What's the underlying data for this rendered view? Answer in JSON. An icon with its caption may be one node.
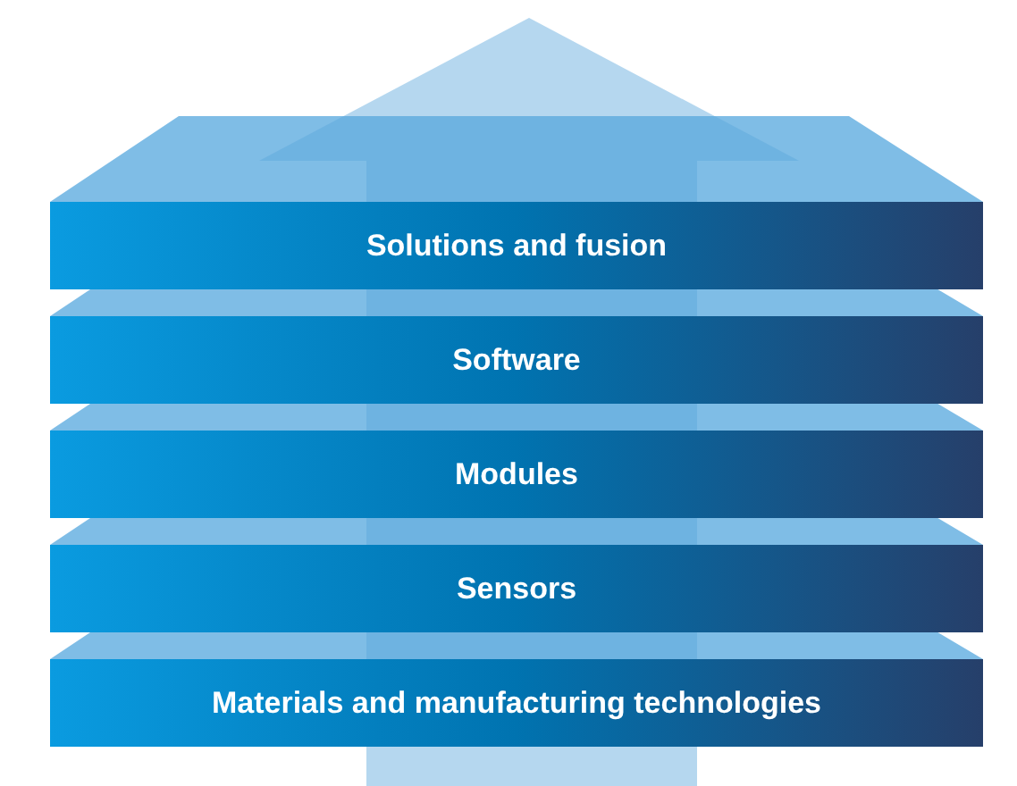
{
  "diagram": {
    "nodes": [
      {
        "text": [
          "Solutions and fusion"
        ]
      },
      {
        "text": [
          "Software"
        ]
      },
      {
        "text": [
          "Modules"
        ]
      },
      {
        "text": [
          "Sensors"
        ]
      },
      {
        "text": [
          "Materials and manufacturing technologies"
        ]
      }
    ]
  }
}
